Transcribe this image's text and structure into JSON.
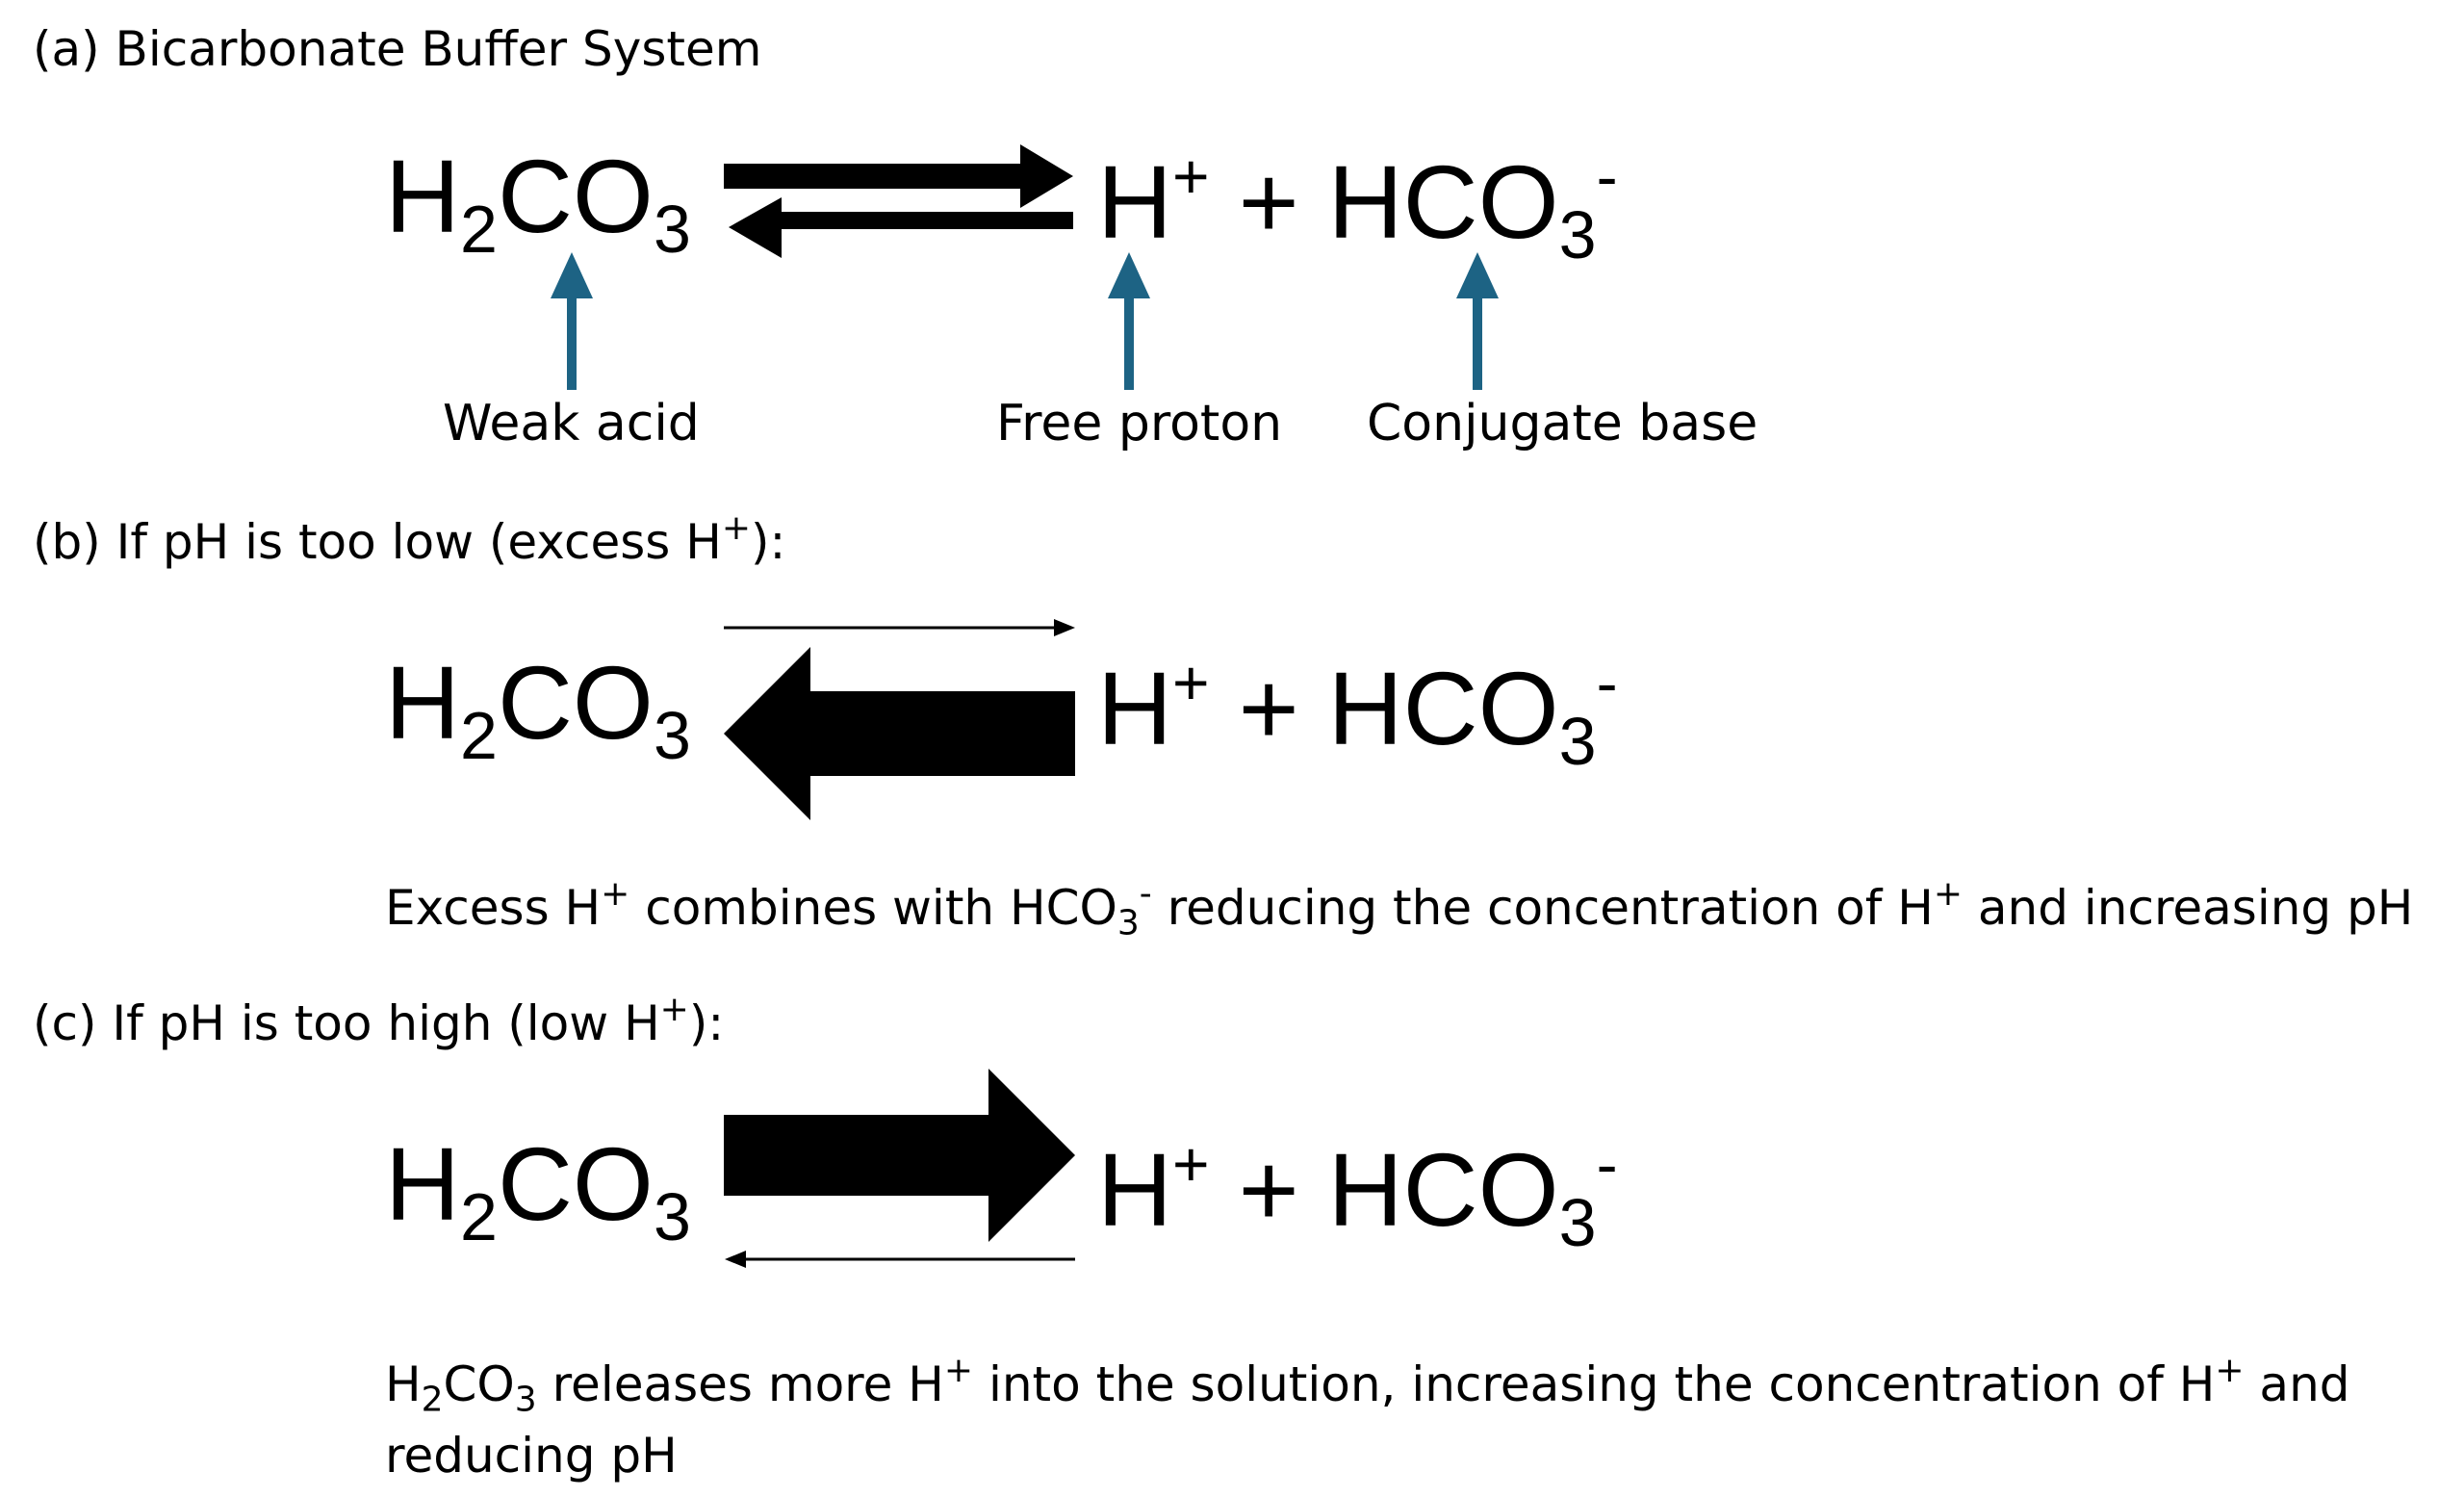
{
  "section_a": {
    "heading": "(a) Bicarbonate Buffer System",
    "reactant": {
      "base": "H",
      "sub": "2",
      "rest": "CO",
      "sub2": "3"
    },
    "proton": {
      "base": "H",
      "sup": "+"
    },
    "plus": "+",
    "product": {
      "base": "HCO",
      "sub": "3",
      "sup": "-"
    },
    "labels": {
      "weak_acid": "Weak acid",
      "free_proton": "Free proton",
      "conjugate_base": "Conjugate base"
    },
    "label_arrow_color": "#1d6384"
  },
  "section_b": {
    "heading_pre": "(b) If pH is too low (excess H",
    "heading_sup": "+",
    "heading_post": "):",
    "note": {
      "p1": "Excess H",
      "p1_sup": "+",
      "p2": " combines with HCO",
      "p2_sub": "3",
      "p2_sup": "-",
      "p3": " reducing the concentration of H",
      "p3_sup": "+",
      "p4": " and increasing pH"
    }
  },
  "section_c": {
    "heading_pre": "(c) If pH is too high (low H",
    "heading_sup": "+",
    "heading_post": "):",
    "note": {
      "p1": "H",
      "p1_sub": "2",
      "p2": "CO",
      "p2_sub": "3",
      "p3": " releases more H",
      "p3_sup": "+",
      "p4": " into the solution, increasing the concentration of H",
      "p4_sup": "+",
      "p5": " and",
      "line2": "reducing pH"
    }
  }
}
